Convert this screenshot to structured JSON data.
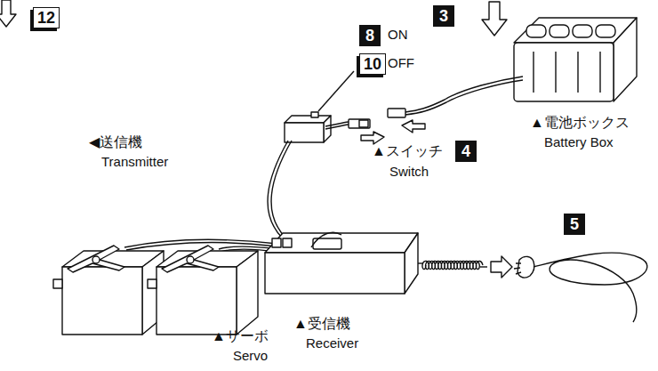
{
  "diagram": {
    "labels": [
      "12",
      "3",
      "8",
      "ON",
      "10",
      "OFF",
      "◀送信機",
      "Transmitter",
      "▲電池ボックス",
      "Battery Box",
      "▲スイッチ",
      "4",
      "Switch",
      "5",
      "▲受信機",
      "Receiver",
      "▲サーボ",
      "Servo"
    ]
  }
}
